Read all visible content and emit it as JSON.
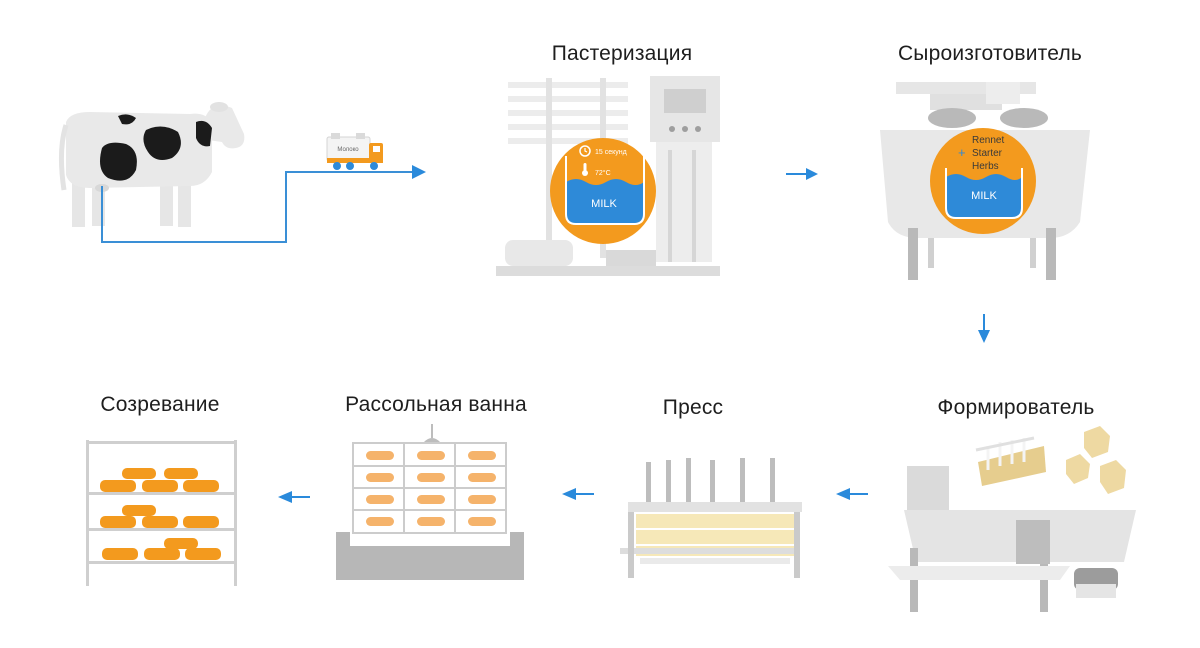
{
  "steps": {
    "pasteurization": {
      "title": "Пастеризация",
      "readout_time": "15 секунд",
      "readout_temp": "72°C",
      "tank_label": "MILK"
    },
    "cheesemaker": {
      "title": "Сыроизготовитель",
      "plus": "+",
      "ingredients": [
        "Rennet",
        "Starter",
        "Herbs"
      ],
      "tank_label": "MILK"
    },
    "molder": {
      "title": "Формирователь"
    },
    "press": {
      "title": "Пресс"
    },
    "brine": {
      "title": "Рассольная ванна"
    },
    "ripening": {
      "title": "Созревание"
    }
  },
  "truck": {
    "label": "Молоко"
  },
  "colors": {
    "accent_orange": "#F39A1E",
    "milk_blue": "#2E8AD8",
    "arrow_blue": "#2A8ADB",
    "line_blue": "#3A8FD6",
    "machine_gray": "#B9B9B9",
    "light_gray": "#E4E4E4",
    "cheese_orange": "#F2A03D",
    "cheese_light": "#F6E8B8",
    "cube_tan": "#E8D29A"
  },
  "icons": [
    "cow-icon",
    "truck-icon",
    "clock-icon",
    "thermometer-icon",
    "arrow-right-icon",
    "arrow-down-icon",
    "arrow-left-icon"
  ]
}
